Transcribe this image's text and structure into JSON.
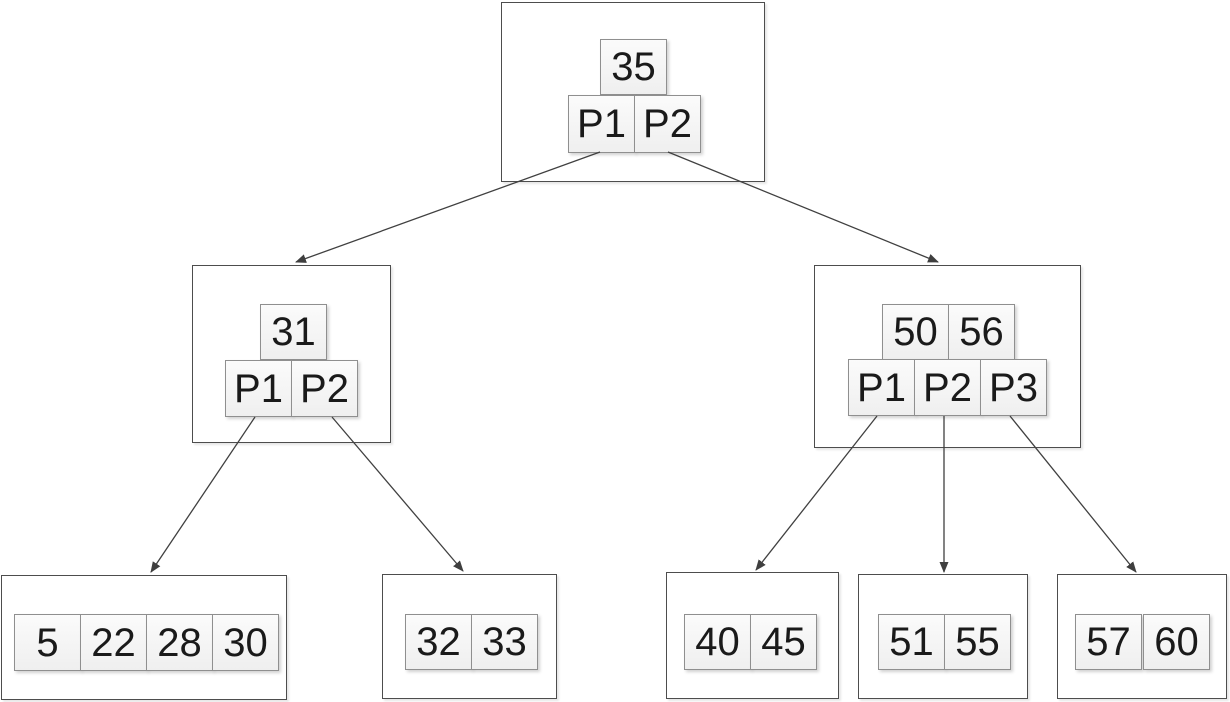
{
  "diagram_type": "b-tree-index",
  "tree": {
    "root": {
      "keys": [
        "35"
      ],
      "pointers": [
        "P1",
        "P2"
      ]
    },
    "left_child": {
      "keys": [
        "31"
      ],
      "pointers": [
        "P1",
        "P2"
      ]
    },
    "right_child": {
      "keys": [
        "50",
        "56"
      ],
      "pointers": [
        "P1",
        "P2",
        "P3"
      ]
    },
    "leaf_1": {
      "keys": [
        "5",
        "22",
        "28",
        "30"
      ]
    },
    "leaf_2": {
      "keys": [
        "32",
        "33"
      ]
    },
    "leaf_3": {
      "keys": [
        "40",
        "45"
      ]
    },
    "leaf_4": {
      "keys": [
        "51",
        "55"
      ]
    },
    "leaf_5": {
      "keys": [
        "57",
        "60"
      ]
    }
  },
  "colors": {
    "background": "#ffffff",
    "node_border": "#4d4d4d",
    "cell_border": "#8f8f8f",
    "cell_fill": "#f2f2f2",
    "edge_line": "#404040",
    "text": "#1a1a1a"
  }
}
